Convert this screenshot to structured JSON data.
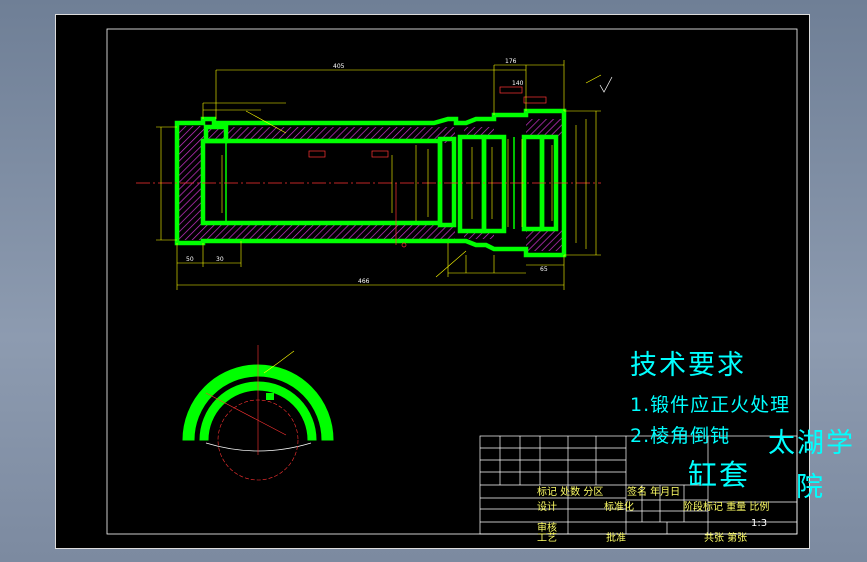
{
  "technical_requirements": {
    "title": "技术要求",
    "items": [
      "1.锻件应正火处理",
      "2.棱角倒钝"
    ]
  },
  "title_block": {
    "part_name": "缸套",
    "school_line1": "太湖学",
    "school_line2": "院",
    "header_row": "标记 处数 分区",
    "sign_date": "签名 年月日",
    "design": "设计",
    "standardization": "标准化",
    "stage_weight_scale": "阶段标记  重量  比例",
    "review": "审核",
    "process": "工艺",
    "approve": "批准",
    "sheets": "共张  第张",
    "scale_value": "1:3"
  },
  "dimensions": {
    "overall_length": "466",
    "top_length": "405",
    "right_length": "176",
    "mid_length": "140",
    "left_1": "50",
    "left_2": "30",
    "bottom_right": "65"
  },
  "colors": {
    "background": "#000000",
    "outline": "#00ff00",
    "hatch": "#cc33cc",
    "dimension": "#ffff00",
    "text": "#00ffff",
    "centerline": "#ff3333",
    "frame": "#ffffff"
  }
}
